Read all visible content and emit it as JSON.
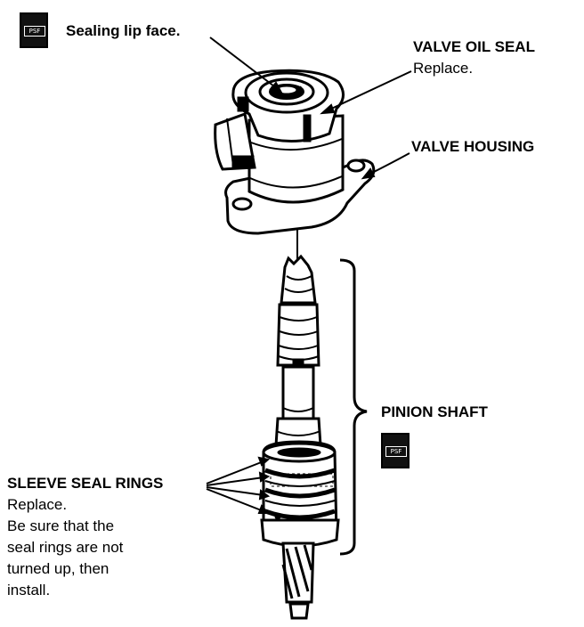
{
  "labels": {
    "sealing_lip": "Sealing lip face.",
    "valve_oil_seal": "VALVE OIL SEAL",
    "valve_oil_seal_note": "Replace.",
    "valve_housing": "VALVE HOUSING",
    "pinion_shaft": "PINION SHAFT",
    "sleeve_seal_rings": "SLEEVE SEAL RINGS",
    "sleeve_note_1": "Replace.",
    "sleeve_note_2": "Be sure that the",
    "sleeve_note_3": "seal rings are not",
    "sleeve_note_4": "turned up, then",
    "sleeve_note_5": "install."
  },
  "icons": {
    "grease": "PSF"
  },
  "colors": {
    "ink": "#000000",
    "paper": "#ffffff"
  }
}
